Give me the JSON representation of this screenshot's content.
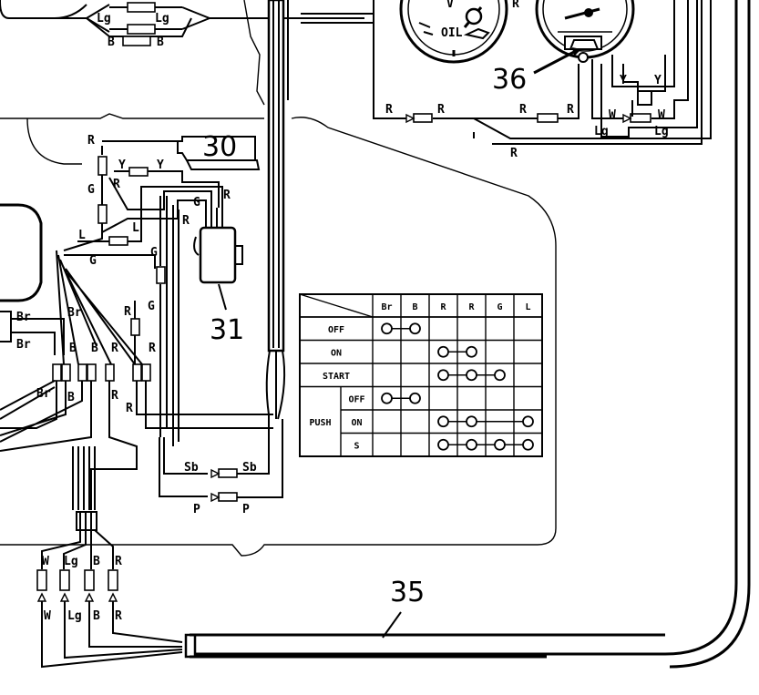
{
  "callouts": {
    "c30": "30",
    "c31": "31",
    "c35": "35",
    "c36": "36"
  },
  "wire_labels": {
    "lg_left": "Lg",
    "lg_right": "Lg",
    "b_left": "B",
    "b_right": "B",
    "r_top_gauge": "R",
    "r_bus_1": "R",
    "r_bus_2": "R",
    "r_bus_3": "R",
    "r_bus_4": "R",
    "r_bus_5": "R",
    "y_conn": "Y",
    "y_conn_2": "Y",
    "y_gauge_1": "Y",
    "y_gauge_2": "Y",
    "w_gauge_1": "W",
    "w_gauge_2": "W",
    "lg_gauge_1": "Lg",
    "lg_gauge_2": "Lg",
    "r_30": "R",
    "r_30b": "R",
    "r_31": "R",
    "g_31": "G",
    "r_31b": "R",
    "g_left": "G",
    "l_left": "L",
    "l_right": "L",
    "g_lower": "G",
    "g_mid": "G",
    "g_mid2": "G",
    "br_1": "Br",
    "br_2": "Br",
    "br_3": "Br",
    "br_4": "Br",
    "b_sw1": "B",
    "b_sw2": "B",
    "b_sw3": "B",
    "r_sw1": "R",
    "r_sw2": "R",
    "r_sw3": "R",
    "r_sw4": "R",
    "r_sw5": "R",
    "sb_1": "Sb",
    "sb_2": "Sb",
    "p_1": "P",
    "p_2": "P",
    "w_bot_1": "W",
    "w_bot_2": "W",
    "lg_bot_1": "Lg",
    "lg_bot_2": "Lg",
    "b_bot_1": "B",
    "b_bot_2": "B",
    "r_bot_1": "R",
    "r_bot_2": "R"
  },
  "switch_table": {
    "columns": [
      "Br",
      "B",
      "R",
      "R",
      "G",
      "L"
    ],
    "rows": [
      {
        "group": "",
        "label": "OFF"
      },
      {
        "group": "",
        "label": "ON"
      },
      {
        "group": "",
        "label": "START"
      },
      {
        "group": "PUSH",
        "label": "OFF"
      },
      {
        "group": "PUSH",
        "label": "ON"
      },
      {
        "group": "PUSH",
        "label": "S"
      }
    ],
    "group_label": "PUSH",
    "connections": [
      {
        "row": 0,
        "cols": [
          0,
          1
        ]
      },
      {
        "row": 1,
        "cols": [
          2,
          3
        ]
      },
      {
        "row": 2,
        "cols": [
          2,
          3,
          4
        ]
      },
      {
        "row": 3,
        "cols": [
          0,
          1
        ]
      },
      {
        "row": 4,
        "cols": [
          2,
          3,
          5
        ]
      },
      {
        "row": 5,
        "cols": [
          2,
          3,
          4,
          5
        ]
      }
    ]
  },
  "gauge_text": {
    "left_v": "V",
    "left_oil": "OIL",
    "right_r": "R"
  }
}
